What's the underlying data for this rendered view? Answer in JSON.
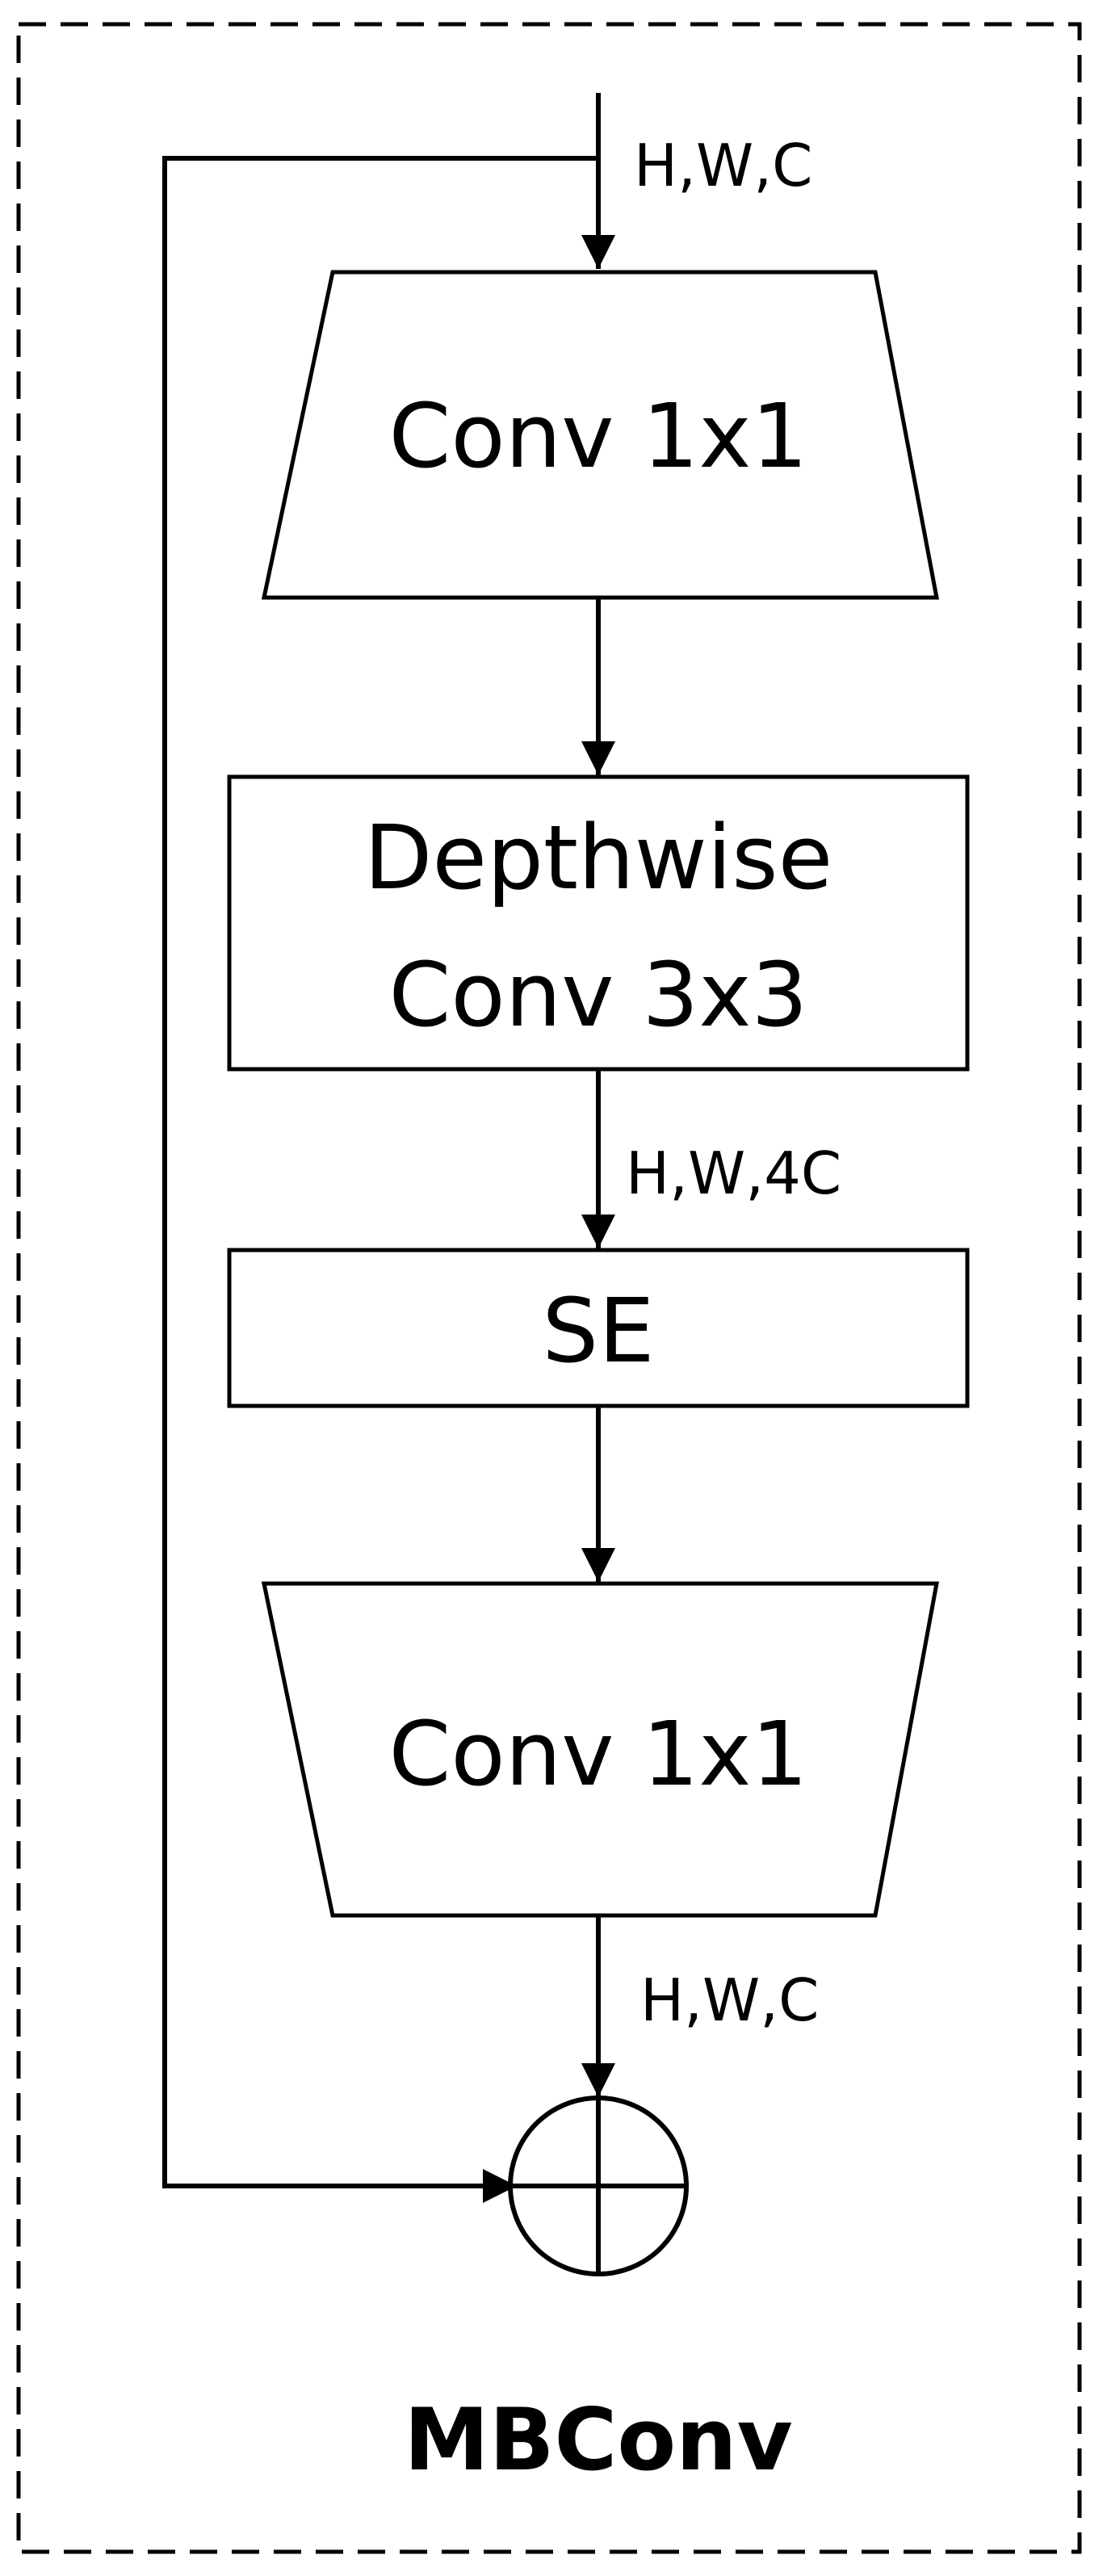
{
  "diagram": {
    "title": "MBConv",
    "blocks": {
      "conv_expand": "Conv 1x1",
      "depthwise_line1": "Depthwise",
      "depthwise_line2": "Conv 3x3",
      "se": "SE",
      "conv_project": "Conv 1x1"
    },
    "dims": {
      "input": "H,W,C",
      "after_depthwise": "H,W,4C",
      "output": "H,W,C"
    },
    "ops": {
      "residual_add": "add-symbol"
    }
  }
}
